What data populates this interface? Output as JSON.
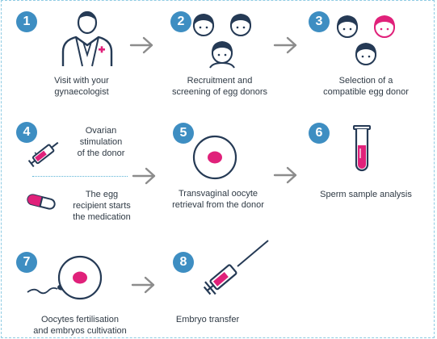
{
  "colors": {
    "accent": "#3e8ec2",
    "magenta": "#e0217a",
    "navy": "#253a55",
    "arrow": "#8c8c8c"
  },
  "steps": [
    {
      "number": "1",
      "caption_lines": [
        "Visit with your",
        "gynaecologist"
      ],
      "icon": "doctor-icon"
    },
    {
      "number": "2",
      "caption_lines": [
        "Recruitment and",
        "screening of egg donors"
      ],
      "icon": "donor-group-icon"
    },
    {
      "number": "3",
      "caption_lines": [
        "Selection of a",
        "compatible egg donor"
      ],
      "icon": "compatible-donor-icon"
    },
    {
      "number": "4",
      "sub_a_lines": [
        "Ovarian",
        "stimulation",
        "of the donor"
      ],
      "sub_b_lines": [
        "The egg",
        "recipient starts",
        "the medication"
      ],
      "icon": "syringe-icon"
    },
    {
      "number": "5",
      "caption_lines": [
        "Transvaginal oocyte",
        "retrieval from the donor"
      ],
      "icon": "oocyte-icon"
    },
    {
      "number": "6",
      "caption_lines": [
        "Sperm sample analysis"
      ],
      "icon": "test-tube-icon"
    },
    {
      "number": "7",
      "caption_lines": [
        "Oocytes fertilisation",
        "and embryos cultivation"
      ],
      "icon": "fertilisation-icon"
    },
    {
      "number": "8",
      "caption_lines": [
        "Embryo transfer"
      ],
      "icon": "embryo-transfer-syringe-icon"
    }
  ]
}
